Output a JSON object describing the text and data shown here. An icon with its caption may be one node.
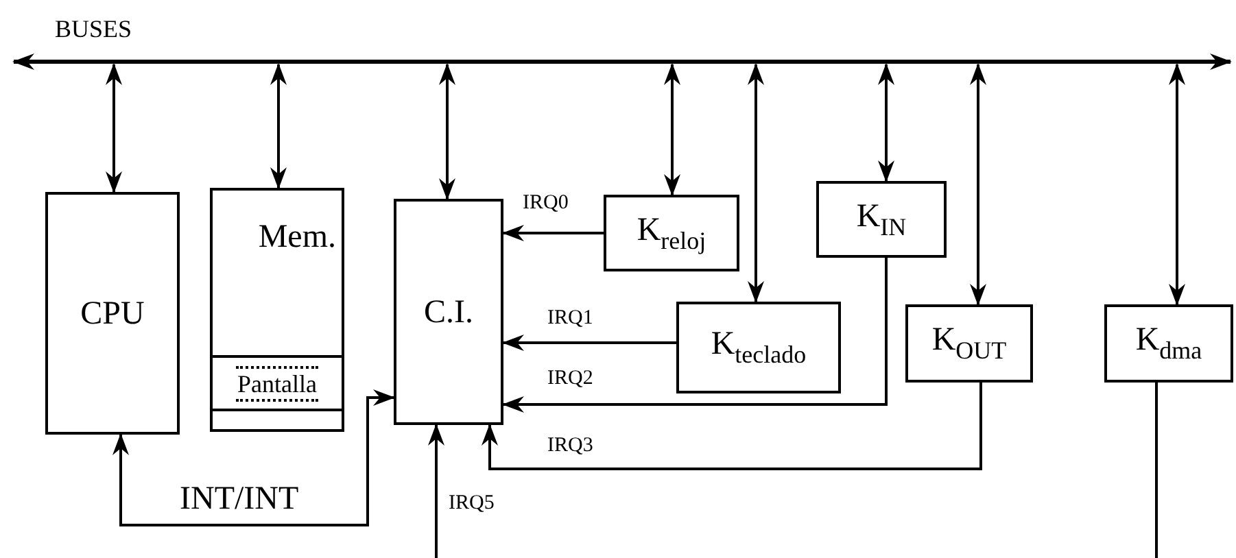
{
  "diagram": {
    "nodes": [
      {
        "text": [
          "BUSES"
        ]
      },
      {
        "text": [
          "CPU"
        ]
      },
      {
        "text": [
          "Mem."
        ]
      },
      {
        "text": [
          "Pantalla"
        ],
        "in": 2
      },
      {
        "text": [
          "C.I."
        ]
      },
      {
        "text": [
          "K$_{reloj}$"
        ]
      },
      {
        "text": [
          "K$_{teclado}$"
        ]
      },
      {
        "text": [
          "K$_{IN}$"
        ]
      },
      {
        "text": [
          "K$_{OUT}$"
        ]
      },
      {
        "text": [
          "K$_{dma}$"
        ]
      }
    ],
    "edges": [
      {
        "from": 0,
        "to": 1,
        "arrow": "both"
      },
      {
        "from": 0,
        "to": 2,
        "arrow": "both"
      },
      {
        "from": 0,
        "to": 4,
        "arrow": "both"
      },
      {
        "from": 0,
        "to": 5,
        "arrow": "both"
      },
      {
        "from": 0,
        "to": 6,
        "arrow": "both"
      },
      {
        "from": 0,
        "to": 7,
        "arrow": "both"
      },
      {
        "from": 0,
        "to": 8,
        "arrow": "both"
      },
      {
        "from": 0,
        "to": 9,
        "arrow": "both"
      },
      {
        "from": 5,
        "to": 4,
        "arrow": "to",
        "label": "IRQ0"
      },
      {
        "from": 6,
        "to": 4,
        "arrow": "to",
        "label": "IRQ1"
      },
      {
        "from": 7,
        "to": 4,
        "arrow": "to",
        "label": "IRQ2"
      },
      {
        "from": 8,
        "to": 4,
        "arrow": "to",
        "label": "IRQ3"
      },
      {
        "from": 1,
        "to": 4,
        "arrow": "both",
        "label": "INT/INT"
      },
      {
        "from": null,
        "to": 4,
        "arrow": "to",
        "label": "IRQ5"
      },
      {
        "from": 9,
        "to": null,
        "arrow": "none"
      }
    ]
  }
}
